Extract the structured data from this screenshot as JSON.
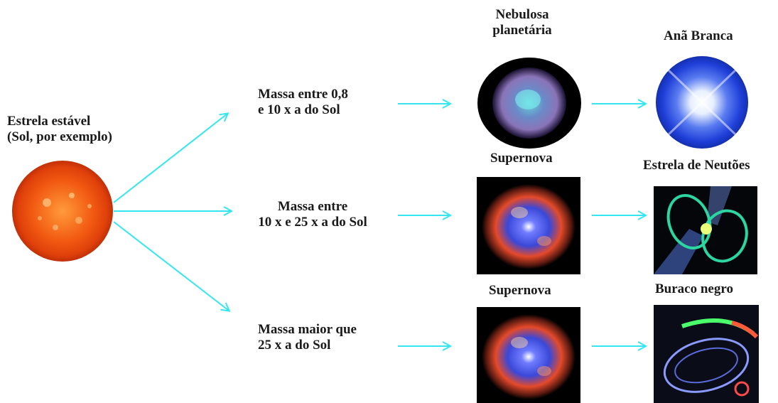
{
  "start": {
    "label_line1": "Estrela estável",
    "label_line2": "(Sol, por exemplo)",
    "image": "sun-image"
  },
  "branches": [
    {
      "condition_line1": "Massa entre 0,8",
      "condition_line2": "e 10 x  a do Sol",
      "stage": {
        "label_line1": "Nebulosa",
        "label_line2": "planetária",
        "image": "planetary-nebula-image"
      },
      "end": {
        "label": "Anã Branca",
        "image": "white-dwarf-image"
      }
    },
    {
      "condition_line1": "Massa entre",
      "condition_line2": "10 x  e  25 x   a do Sol",
      "stage": {
        "label": "Supernova",
        "image": "supernova-image"
      },
      "end": {
        "label": "Estrela de Neutões",
        "image": "neutron-star-image"
      }
    },
    {
      "condition_line1": "Massa maior que",
      "condition_line2": "25 x   a do Sol",
      "stage": {
        "label": "Supernova",
        "image": "supernova-image"
      },
      "end": {
        "label": "Buraco negro",
        "image": "black-hole-image"
      }
    }
  ],
  "colors": {
    "arrow": "#33e6f0",
    "text": "#1a1a1a"
  }
}
